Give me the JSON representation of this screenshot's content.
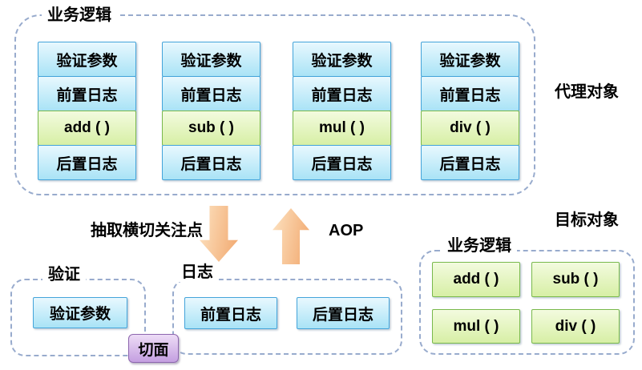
{
  "colors": {
    "blue_top": "#e8f8fe",
    "blue_bottom": "#a9e3f6",
    "blue_border": "#44a4da",
    "green_top": "#f3fbdf",
    "green_bottom": "#d7efa5",
    "green_border": "#79b94c",
    "purple_top": "#eddcf6",
    "purple_bottom": "#c49fe0",
    "purple_border": "#8d66ae",
    "arrow_light": "#fde3c2",
    "arrow_dark": "#f1a76d",
    "dashed_border": "#98abcd"
  },
  "proxy": {
    "container_label": "业务逻辑",
    "side_label": "代理对象",
    "stacks": [
      [
        "验证参数",
        "前置日志",
        "add (  )",
        "后置日志"
      ],
      [
        "验证参数",
        "前置日志",
        "sub (  )",
        "后置日志"
      ],
      [
        "验证参数",
        "前置日志",
        "mul (  )",
        "后置日志"
      ],
      [
        "验证参数",
        "前置日志",
        "div (  )",
        "后置日志"
      ]
    ]
  },
  "middle": {
    "extract_label": "抽取横切关注点",
    "aop_label": "AOP"
  },
  "validation": {
    "label": "验证",
    "item": "验证参数"
  },
  "logging": {
    "label": "日志",
    "items": [
      "前置日志",
      "后置日志"
    ]
  },
  "aspect": {
    "label": "切面"
  },
  "target": {
    "title": "目标对象",
    "container_label": "业务逻辑",
    "methods": [
      "add (  )",
      "sub (  )",
      "mul (  )",
      "div (  )"
    ]
  }
}
